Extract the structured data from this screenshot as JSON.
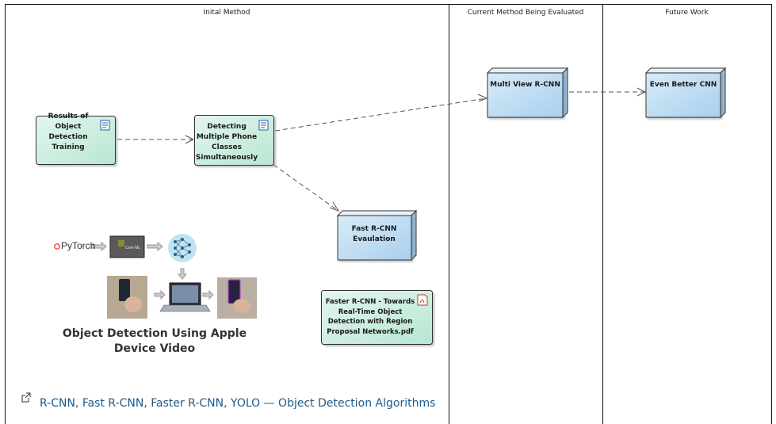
{
  "lanes": {
    "initial": "Inital Method",
    "current": "Current Method Being Evaluated",
    "future": "Future Work"
  },
  "nodes": {
    "results_training": "Results of Object Detection Training",
    "detecting_multiple": "Detecting Multiple Phone Classes Simultaneously",
    "fast_rcnn": "Fast R-CNN Evaulation",
    "multi_view": "Multi View R-CNN",
    "even_better": "Even Better CNN",
    "faster_pdf": "Faster R-CNN - Towards Real-Time Object Detection with Region Proposal Networks.pdf"
  },
  "video": {
    "pytorch_label": "PyTorch",
    "coreml_label": "Core ML",
    "caption": "Object Detection Using Apple Device Video"
  },
  "link": {
    "text": "R-CNN, Fast R-CNN, Faster R-CNN, YOLO — Object Detection Algorithms"
  },
  "colors": {
    "artifact_fill": "#c9efe0",
    "node_fill": "#bfdcf2",
    "border": "#333333",
    "link": "#1d5a8a"
  }
}
